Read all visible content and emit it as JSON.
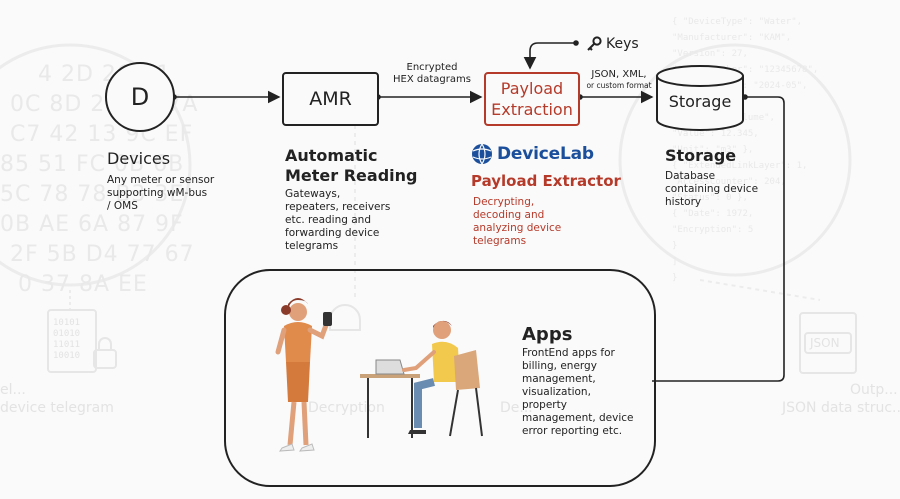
{
  "background": {
    "hex_lines": [
      "4 2D 2C 01",
      "0C 8D 20 1B 7A",
      "C7 42 13 9C EF",
      "85 51 FC 0B 6B",
      "5C 78 78 B3 3E",
      "0B AE 6A 87 9F",
      "2F 5B D4 77 67",
      "0 37 8A EE"
    ],
    "json_lines": [
      "{ \"DeviceType\": \"Water\",",
      "  \"Manufacturer\": \"KAM\",",
      "  \"Version\": 27,",
      "  \"SerialNumber\": \"12345678\",",
      "  \"ProcessTime\": \"2024-05\",",
      "  \"Fields\": [",
      "   { \"Type\": \"Volume\",",
      "     \"Value\": 12.345,",
      "     \"Unit\": \"m3\" },",
      "   { \"ExtendedLinkLayer\": 1,",
      "     \"AccessCounter\": 204,",
      "     \"Status\": 0 },",
      "   { \"Date\": 1972,",
      "     \"Encryption\": 5",
      "   }",
      "  ]",
      "}"
    ],
    "captions": [
      "el...",
      "device telegram",
      "Decryption",
      "De...",
      "Outp...",
      "JSON data struc..."
    ],
    "json_badge": "JSON",
    "binary_rows": [
      "10101",
      "01010",
      "11011",
      "10010"
    ]
  },
  "devices": {
    "circle_letter": "D",
    "title": "Devices",
    "description": [
      "Any meter or sensor",
      "supporting wM-bus",
      "/ OMS"
    ]
  },
  "amr": {
    "box_label": "AMR",
    "title": [
      "Automatic",
      "Meter Reading"
    ],
    "description": [
      "Gateways,",
      "repeaters, receivers",
      "etc. reading and",
      "forwarding device",
      "telegrams"
    ]
  },
  "arrow_label_amr_to_payload": [
    "Encrypted",
    "HEX datagrams"
  ],
  "keys_label": "Keys",
  "payload": {
    "box_label": [
      "Payload",
      "Extraction"
    ],
    "brand": "DeviceLab",
    "title": "Payload Extractor",
    "description": [
      "Decrypting,",
      "decoding and",
      "analyzing device",
      "telegrams"
    ]
  },
  "arrow_label_payload_to_storage": {
    "main": "JSON, XML,",
    "sub": "or custom format"
  },
  "storage": {
    "cylinder_label": "Storage",
    "title": "Storage",
    "description": [
      "Database",
      "containing device",
      "history"
    ]
  },
  "apps": {
    "title": "Apps",
    "description": [
      "FrontEnd apps for",
      "billing, energy",
      "management,",
      "visualization,",
      "property",
      "management, device",
      "error reporting etc."
    ]
  },
  "colors": {
    "accent_red": "#b53a2a",
    "brand_blue": "#1b4f9c",
    "line": "#222222",
    "background": "#fafafa",
    "illustration_orange": "#e08a4c",
    "illustration_yellow": "#f2c94c",
    "illustration_blue": "#6a8cb0"
  }
}
